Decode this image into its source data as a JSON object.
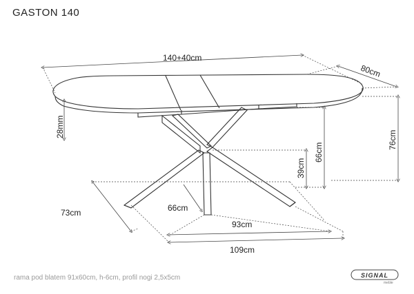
{
  "title": "GASTON 140",
  "dimensions": {
    "length": "140+40cm",
    "depth": "80cm",
    "top_thickness": "28mm",
    "height": "76cm",
    "frame_height": "66cm",
    "leg_inner_height": "39cm",
    "base_depth": "73cm",
    "leg_spread": "66cm",
    "base_inner_width": "93cm",
    "base_outer_width": "109cm"
  },
  "footer_note": "rama pod blatem 91x60cm, h-6cm, profil nogi 2,5x5cm",
  "logo": {
    "text": "SIGNAL",
    "subtext": "meble"
  }
}
